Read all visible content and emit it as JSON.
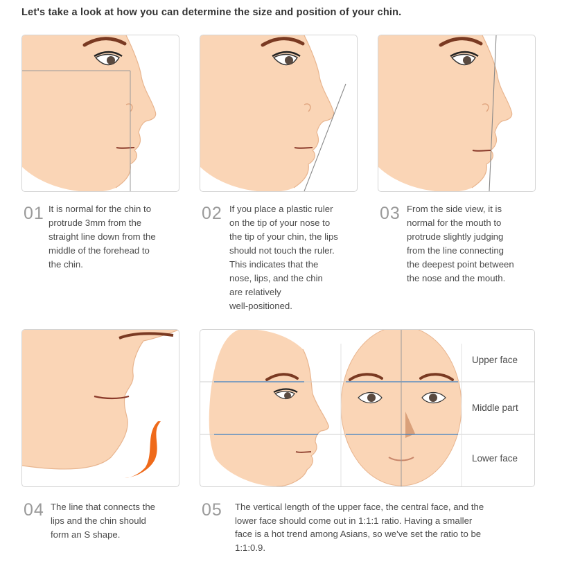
{
  "heading": "Let's take a look at how you can determine the size and position of your chin.",
  "steps": [
    {
      "num": "01",
      "lines": [
        "It is normal for the chin to",
        "protrude 3mm from the",
        "straight line down from the",
        "middle of the forehead to",
        "the chin."
      ]
    },
    {
      "num": "02",
      "lines": [
        "If you place a plastic ruler",
        "on the tip of your nose to",
        "the tip of your chin, the lips",
        "should not touch the ruler.",
        "This indicates that the",
        "nose, lips, and the chin",
        "are relatively",
        "well-positioned."
      ]
    },
    {
      "num": "03",
      "lines": [
        "From the side view, it is",
        "normal for the mouth to",
        "protrude slightly judging",
        "from the line connecting",
        "the deepest point between",
        "the nose and the mouth."
      ]
    },
    {
      "num": "04",
      "lines": [
        "The line that connects the",
        "lips and the chin should",
        "form an S shape."
      ]
    },
    {
      "num": "05",
      "lines": [
        "The vertical length of the upper face, the central face, and the",
        "lower face should come out in 1:1:1 ratio. Having a smaller",
        "face is a hot trend among Asians, so we've set the ratio to be",
        "1:1:0.9."
      ]
    }
  ],
  "face_labels": {
    "upper": "Upper face",
    "middle": "Middle part",
    "lower": "Lower face"
  },
  "colors": {
    "skin": "#fad5b6",
    "skin_outline": "#e8b58f",
    "guide_blue": "#3a7fc4",
    "s_curve": "#ef6a1a"
  }
}
